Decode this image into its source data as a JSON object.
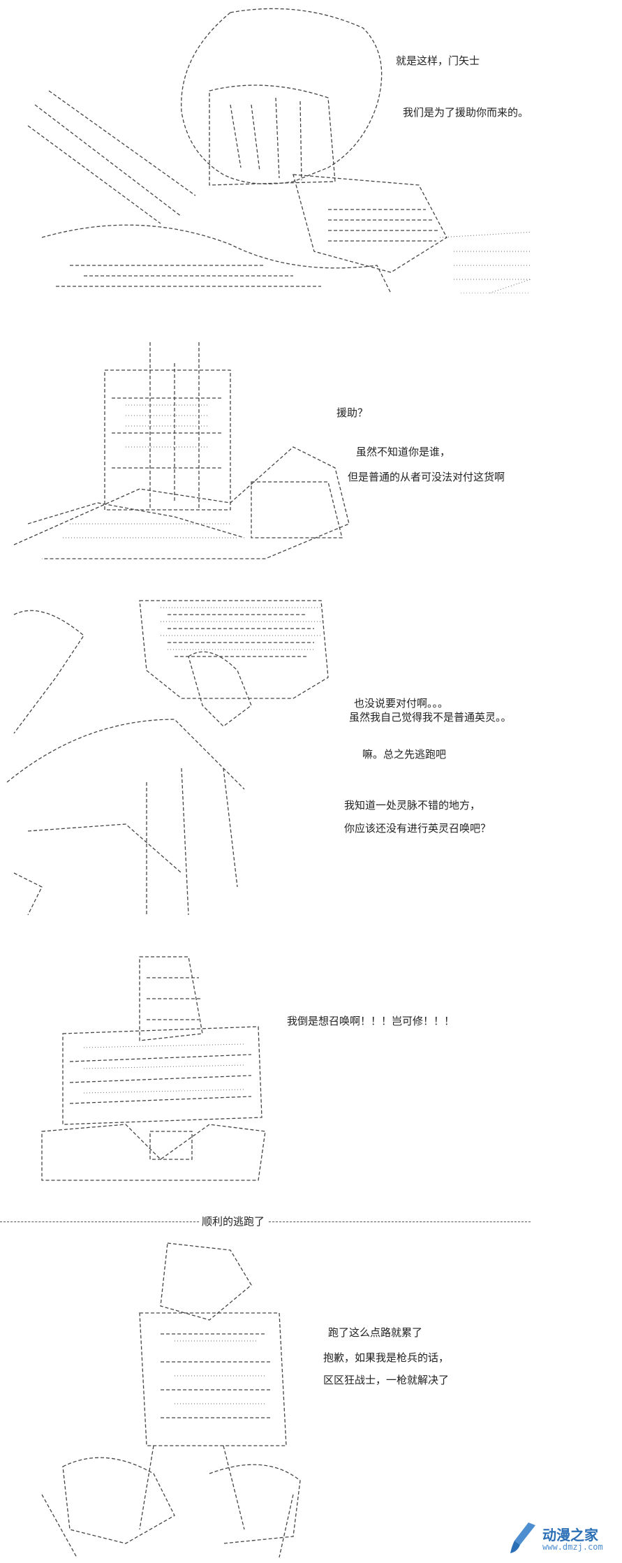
{
  "panels": [
    {
      "lines": [
        "就是这样，门矢士",
        "我们是为了援助你而来的。"
      ]
    },
    {
      "lines": [
        "援助？",
        "虽然不知道你是谁，",
        "但是普通的从者可没法对付这货啊"
      ]
    },
    {
      "lines": [
        "也没说要对付啊。。。",
        "虽然我自己觉得我不是普通英灵。。",
        "嘛。总之先逃跑吧",
        "我知道一处灵脉不错的地方，",
        "你应该还没有进行英灵召唤吧？"
      ]
    },
    {
      "lines": [
        "我倒是想召唤啊！！！岂可修！！！"
      ]
    },
    {
      "lines": [
        "跑了这么点路就累了",
        "抱歉，如果我是枪兵的话，",
        "区区狂战士，一枪就解决了"
      ]
    }
  ],
  "separator": {
    "label": "顺利的逃跑了"
  },
  "watermark": {
    "name": "动漫之家",
    "url": "www.dmzj.com"
  },
  "colors": {
    "text": "#222222",
    "line": "#555555",
    "brand": "#2a6fb6"
  }
}
